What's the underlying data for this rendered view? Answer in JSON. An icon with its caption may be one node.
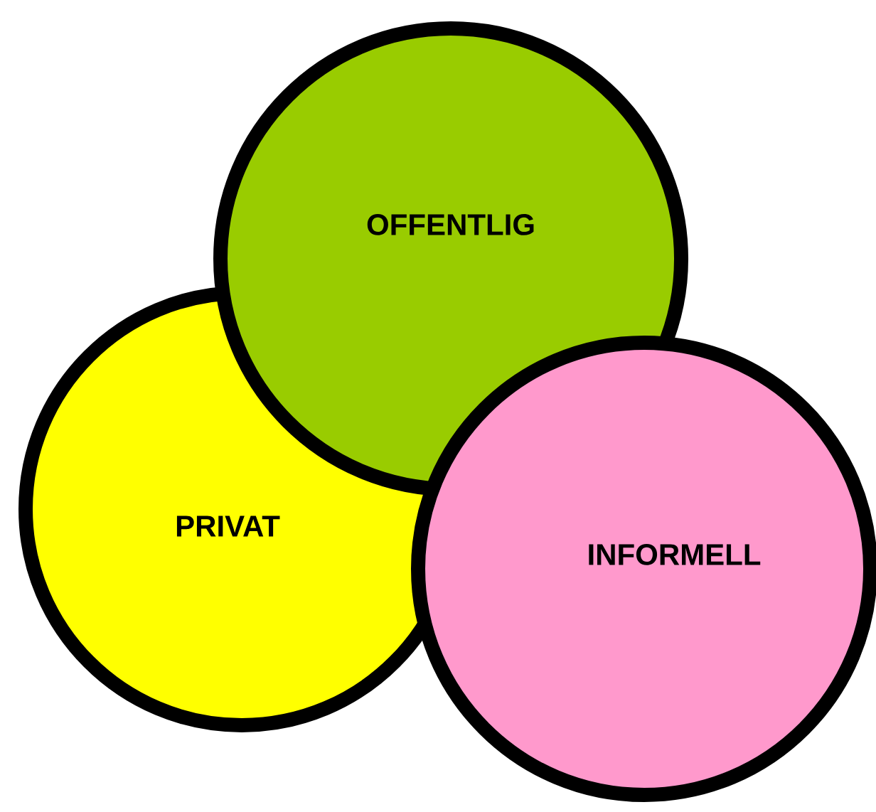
{
  "diagram": {
    "nodes": [
      {
        "text": [
          "PRIVAT"
        ]
      },
      {
        "text": [
          "OFFENTLIG"
        ]
      },
      {
        "text": [
          "INFORMELL"
        ]
      }
    ]
  }
}
